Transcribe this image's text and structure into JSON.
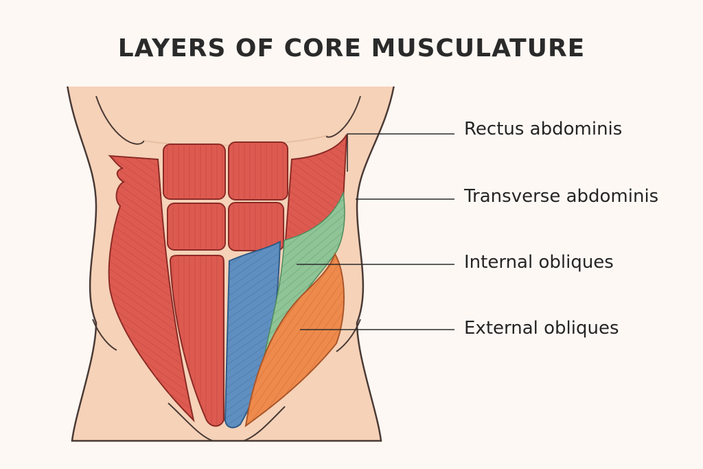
{
  "title": "LAYERS OF CORE MUSCULATURE",
  "labels": [
    {
      "id": "rectus",
      "text": "Rectus abdominis"
    },
    {
      "id": "transverse",
      "text": "Transverse abdominis"
    },
    {
      "id": "internal",
      "text": "Internal obliques"
    },
    {
      "id": "external",
      "text": "External obliques"
    }
  ],
  "colors": {
    "background": "#fdf8f4",
    "skin": "#f5d2b8",
    "skin_shade": "#efc5a8",
    "outline": "#4a3a35",
    "rectus_red": "#dd5a50",
    "red_outline": "#8a2a25",
    "transverse_blue": "#5f8fc0",
    "internal_green": "#8fc497",
    "external_orange": "#ee8a4c"
  }
}
